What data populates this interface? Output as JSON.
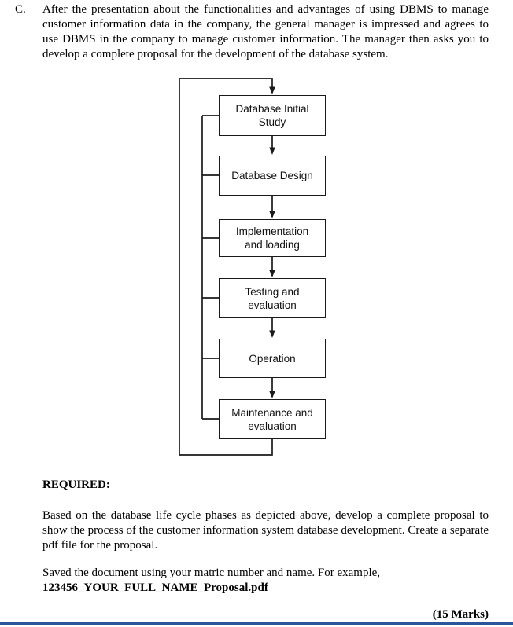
{
  "question": {
    "label": "C.",
    "text": "After the presentation about the functionalities and advantages of using DBMS to manage customer information data in the company, the general manager is impressed and agrees to use DBMS in the company to manage customer information. The manager then asks you to develop a complete proposal for the development of the database system."
  },
  "flowchart": {
    "boxes": [
      {
        "label": "Database Initial\nStudy"
      },
      {
        "label": "Database Design"
      },
      {
        "label": "Implementation\nand loading"
      },
      {
        "label": "Testing and\nevaluation"
      },
      {
        "label": "Operation"
      },
      {
        "label": "Maintenance and\nevaluation"
      }
    ]
  },
  "required": {
    "heading": "REQUIRED:",
    "instruction": "Based on the database life cycle phases as depicted above, develop a complete proposal to show the process of the customer information system database development. Create a separate pdf file for the proposal.",
    "save_note": "Saved the document using your matric number and name. For example,",
    "filename_example": "123456_YOUR_FULL_NAME_Proposal.pdf",
    "marks": "(15 Marks)"
  },
  "colors": {
    "footer_bar": "#2b579a",
    "diagram_line": "#1a1a1a"
  }
}
